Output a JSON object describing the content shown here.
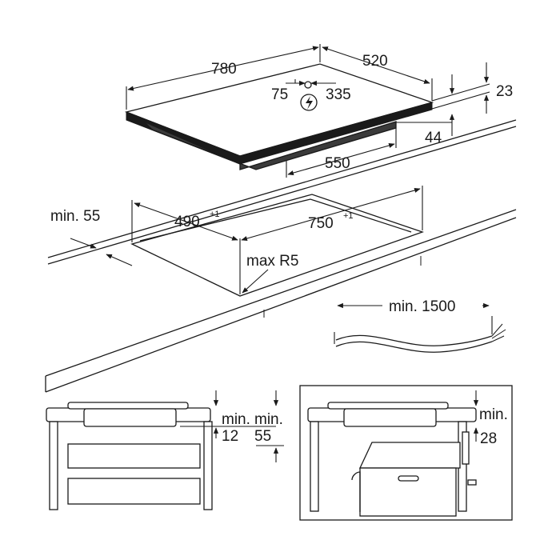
{
  "dimensions": {
    "hob_width": "780",
    "hob_depth": "520",
    "cable_from_side": "75",
    "cable_from_back": "335",
    "hob_thickness": "23",
    "hob_total_height": "44",
    "underbody_width": "550",
    "cutout_depth": "490",
    "cutout_depth_tol": "+1",
    "cutout_width": "750",
    "cutout_width_tol": "+1",
    "min_front_distance": "min. 55",
    "corner_radius": "max R5",
    "cable_length": "min. 1500",
    "below_min_label_1": "min.",
    "below_min_value_1": "12",
    "below_min_label_2": "min.",
    "below_min_value_2": "55",
    "oven_min_label": "min.",
    "oven_min_value": "28"
  },
  "colors": {
    "line": "#1a1a1a",
    "hob_glass": "#1a1a1a",
    "panel": "#d9d9d9",
    "background": "#ffffff"
  },
  "icons": {
    "power_connection": "lightning-bolt-icon"
  }
}
